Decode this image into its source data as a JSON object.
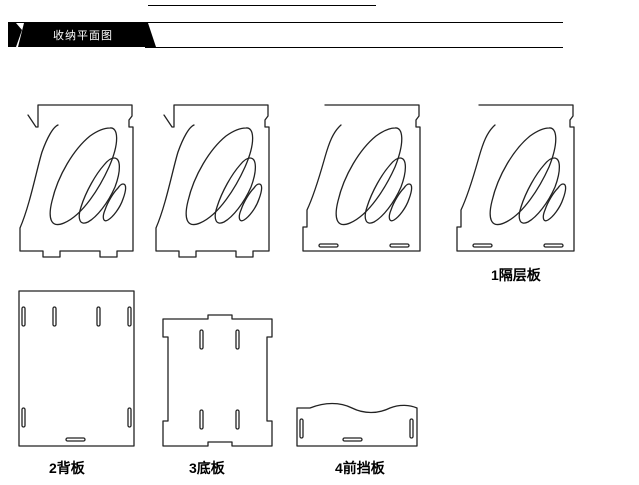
{
  "header": {
    "title": "收纳平面图"
  },
  "labels": {
    "divider": "1隔层板",
    "back_panel": "2背板",
    "bottom_panel": "3底板",
    "front_panel": "4前挡板"
  }
}
